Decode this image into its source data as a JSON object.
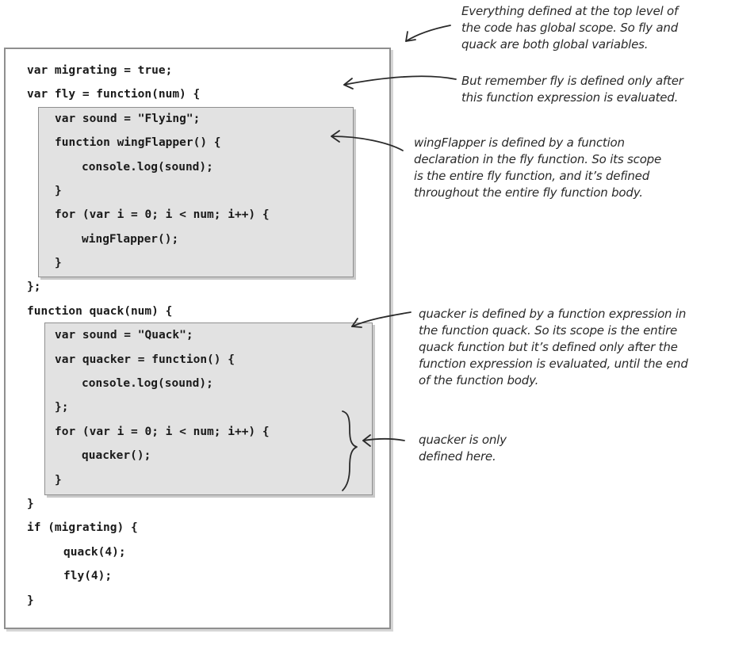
{
  "code_lines": [
    "var migrating = true;",
    "var fly = function(num) {",
    "var sound = \"Flying\";",
    "function wingFlapper() {",
    "console.log(sound);",
    "}",
    "for (var i = 0; i < num; i++) {",
    "wingFlapper();",
    "}",
    "};",
    "function quack(num) {",
    "var sound = \"Quack\";",
    "var quacker = function() {",
    "console.log(sound);",
    "};",
    "for (var i = 0; i < num; i++) {",
    "quacker();",
    "}",
    "}",
    "if (migrating) {",
    "quack(4);",
    "fly(4);",
    "}"
  ],
  "annotations": {
    "global_scope": [
      "Everything defined at the top level of",
      "the code has global scope. So fly and",
      "quack are both global variables."
    ],
    "fly_defined": [
      "But remember fly is defined only after",
      "this function expression is evaluated."
    ],
    "wingflapper": [
      "wingFlapper is defined by a function",
      "declaration in the fly function. So its scope",
      "is the entire fly function, and it’s defined",
      "throughout the entire fly function body."
    ],
    "quacker_scope": [
      "quacker is defined by a function expression in",
      "the function quack. So its scope is the entire",
      "quack function but it’s defined only after the",
      "function expression is evaluated, until the end",
      "of the function body."
    ],
    "quacker_here": [
      "quacker is only",
      "defined here."
    ]
  },
  "colors": {
    "panel_border": "#8f8f8f",
    "box_fill": "#e2e2e2",
    "ink": "#2a2a2a"
  }
}
